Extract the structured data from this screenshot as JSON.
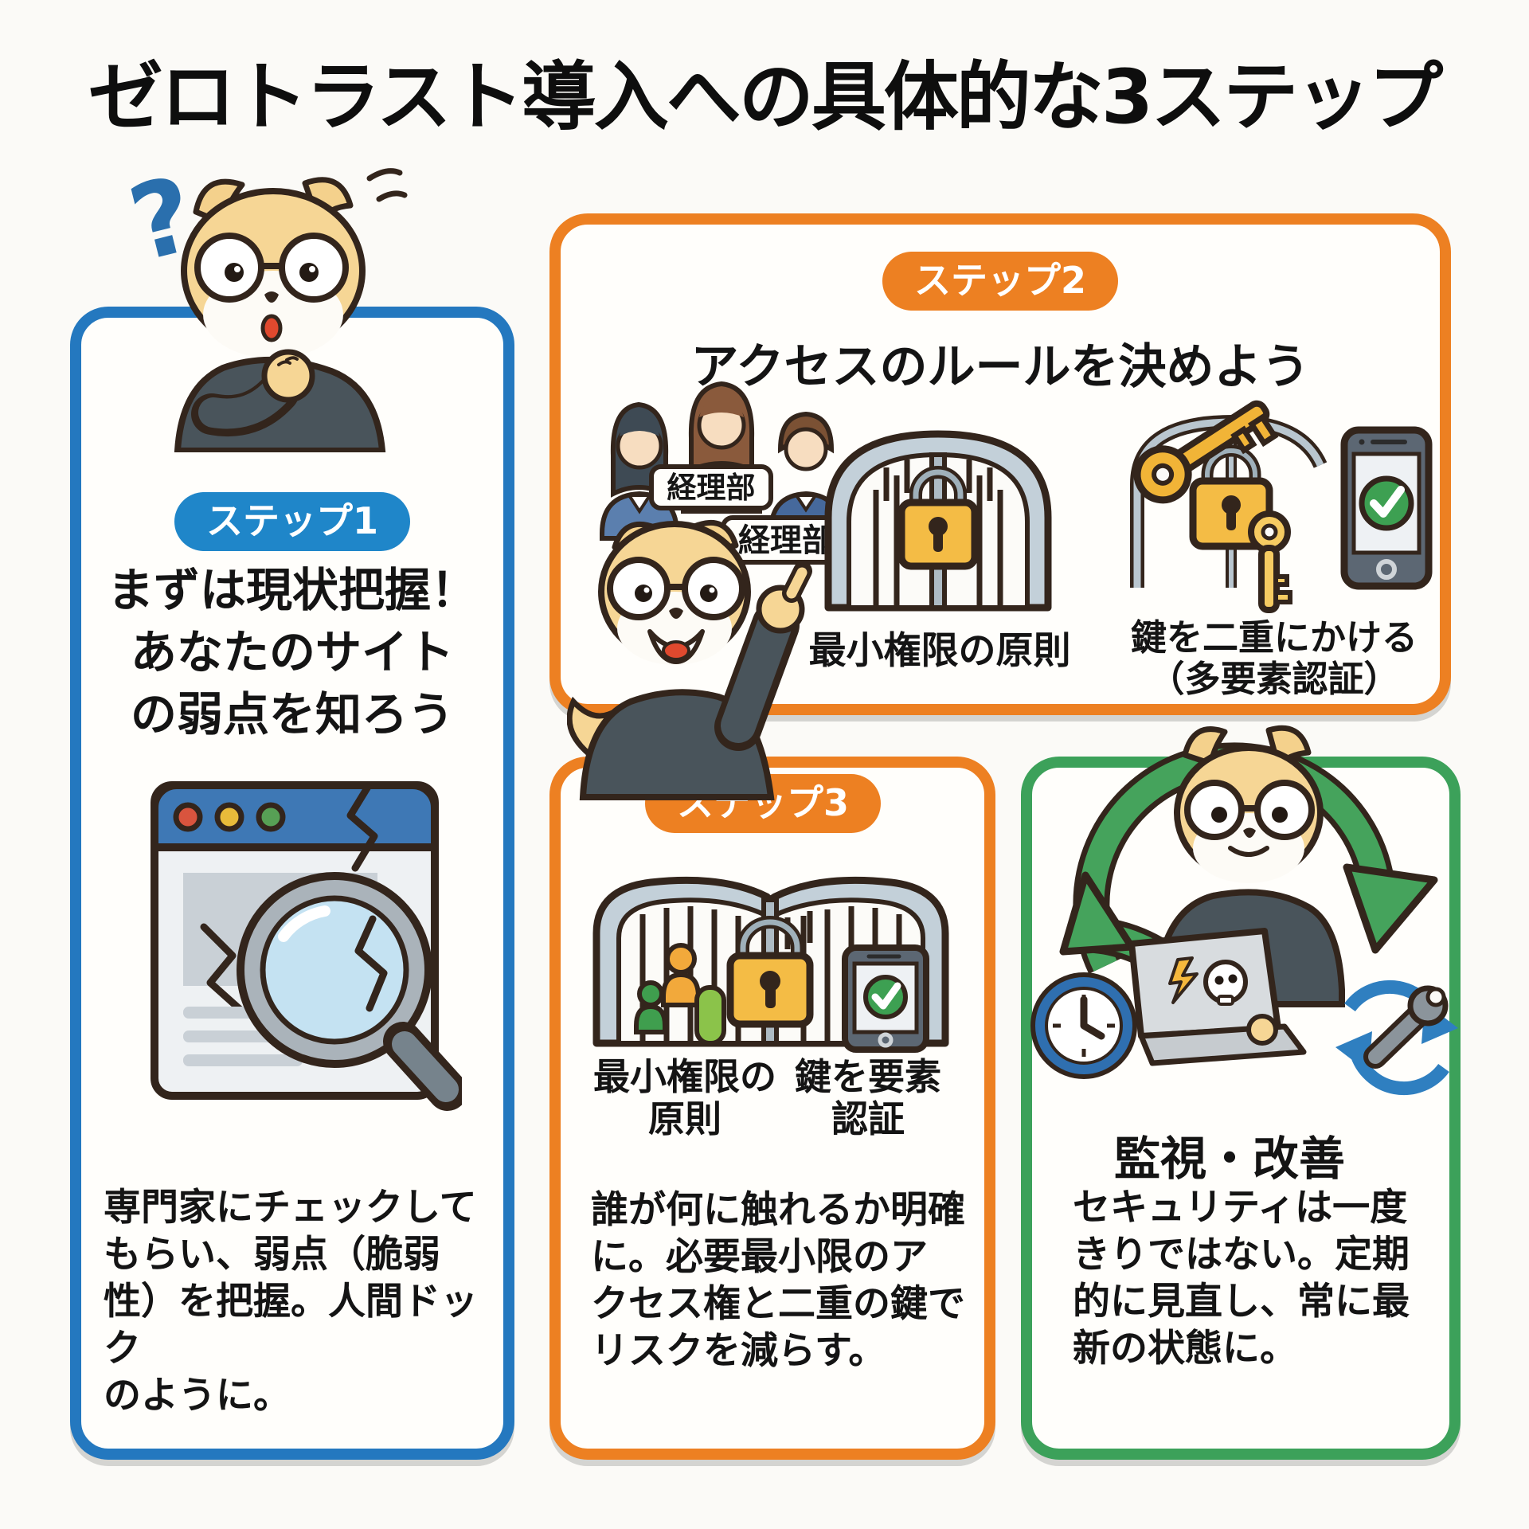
{
  "title": "ゼロトラスト導入への具体的な3ステップ",
  "colors": {
    "step1_accent": "#2478bf",
    "step2_accent": "#ed8022",
    "step3_accent": "#ed8022",
    "step4_accent": "#3ca15a",
    "badge_blue": "#1f86c9",
    "padlock_gold": "#f4bc45",
    "check_green": "#3da052",
    "background": "#fbfaf7"
  },
  "steps": {
    "step1": {
      "badge": "ステップ1",
      "heading_line1": "まずは現状把握！",
      "heading_line2": "あなたのサイト",
      "heading_line3": "の弱点を知ろう",
      "desc_line1": "専門家にチェックして",
      "desc_line2": "もらい、弱点（脆弱",
      "desc_line3": "性）を把握。人間ドック",
      "desc_line4": "のように。"
    },
    "step2": {
      "badge": "ステップ2",
      "heading": "アクセスのルールを決めよう",
      "tag1": "経理部",
      "tag2": "経理部",
      "gate_label": "最小権限の原則",
      "mfa_line1": "鍵を二重にかける",
      "mfa_line2": "（多要素認証）"
    },
    "step3": {
      "badge": "ステップ3",
      "left_label_line1": "最小権限の",
      "left_label_line2": "原則",
      "right_label_line1": "鍵を要素",
      "right_label_line2": "認証",
      "desc_line1": "誰が何に触れるか明確",
      "desc_line2": "に。必要最小限のア",
      "desc_line3": "クセス権と二重の鍵で",
      "desc_line4": "リスクを減らす。"
    },
    "step4": {
      "label": "監視・改善",
      "desc_line1": "セキュリティは一度",
      "desc_line2": "きりではない。定期",
      "desc_line3": "的に見直し、常に最",
      "desc_line4": "新の状態に。"
    }
  }
}
